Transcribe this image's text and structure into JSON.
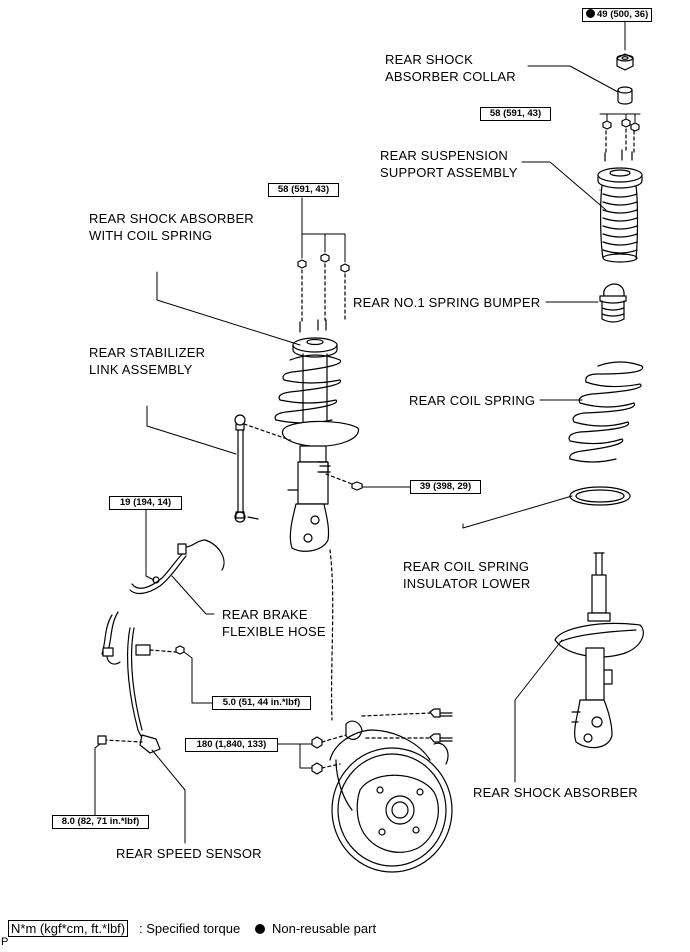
{
  "labels": {
    "rear_shock_absorber_collar": [
      "REAR SHOCK",
      "ABSORBER COLLAR"
    ],
    "rear_suspension_support_assembly": [
      "REAR SUSPENSION",
      "SUPPORT ASSEMBLY"
    ],
    "rear_shock_absorber_with_coil_spring": [
      "REAR SHOCK ABSORBER",
      "WITH COIL SPRING"
    ],
    "rear_no1_spring_bumper": "REAR NO.1 SPRING BUMPER",
    "rear_stabilizer_link_assembly": [
      "REAR STABILIZER",
      "LINK ASSEMBLY"
    ],
    "rear_coil_spring": "REAR COIL SPRING",
    "rear_coil_spring_insulator_lower": [
      "REAR COIL SPRING",
      "INSULATOR LOWER"
    ],
    "rear_brake_flexible_hose": [
      "REAR BRAKE",
      "FLEXIBLE HOSE"
    ],
    "rear_shock_absorber": "REAR SHOCK ABSORBER",
    "rear_speed_sensor": "REAR SPEED SENSOR"
  },
  "torques": {
    "top_nut": "49 (500, 36)",
    "support_nuts": "58 (591, 43)",
    "assembly_nuts": "58 (591, 43)",
    "lower_bolt": "39 (398, 29)",
    "hose_bolt": "19 (194, 14)",
    "sensor_clamp_bolt": "5.0 (51, 44 in.*lbf)",
    "knuckle_bolts": "180 (1,840, 133)",
    "sensor_bolt": "8.0 (82, 71 in.*lbf)"
  },
  "legend": {
    "torque_unit": "N*m (kgf*cm, ft.*lbf)",
    "torque_desc": ": Specified torque",
    "non_reusable": "Non-reusable part"
  },
  "corner_mark": "P"
}
